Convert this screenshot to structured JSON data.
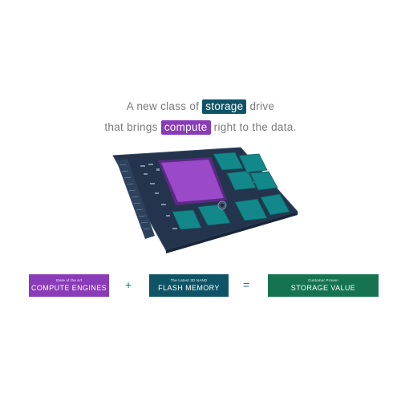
{
  "headline": {
    "line1_before": "A new class of ",
    "line1_chip": "storage",
    "line1_after": " drive",
    "line2_before": "that brings ",
    "line2_chip": "compute",
    "line2_after": " right to the data."
  },
  "equation": {
    "compute": {
      "sub": "State of the Art",
      "main": "COMPUTE ENGINES"
    },
    "plus": "+",
    "flash": {
      "sub": "The Latest 3D NAND",
      "main": "FLASH MEMORY"
    },
    "equals": "=",
    "storage": {
      "sub": "Customer Proven",
      "main": "STORAGE VALUE"
    }
  },
  "colors": {
    "compute": "#8a3bb8",
    "storage_teal": "#0f5466",
    "value_green": "#15744f",
    "board": "#24344d",
    "flash_chip": "#12888a"
  }
}
